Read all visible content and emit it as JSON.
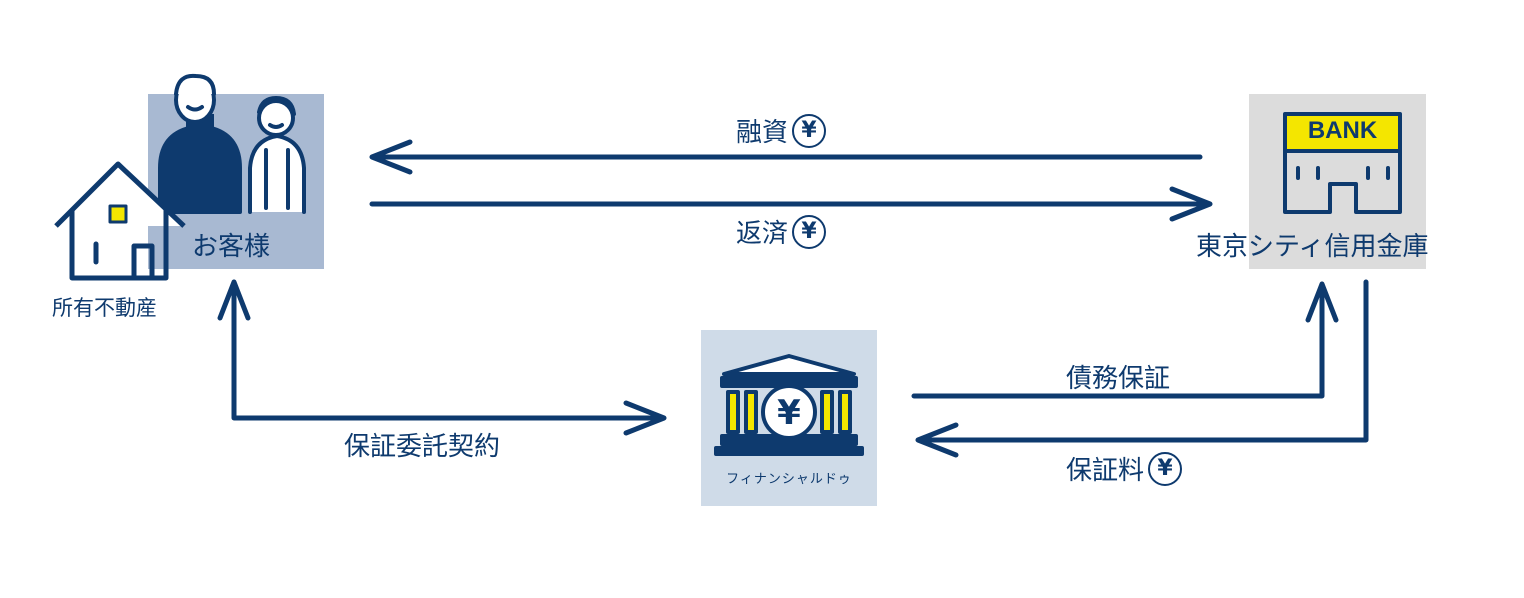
{
  "customer": {
    "label": "お客様"
  },
  "property": {
    "label": "所有不動産"
  },
  "bank": {
    "label": "東京シティ信用金庫",
    "sign": "BANK"
  },
  "guarantor": {
    "label": "フィナンシャルドゥ",
    "symbol": "¥"
  },
  "flows": {
    "loan": "融資",
    "repayment": "返済",
    "guarantee_contract": "保証委託契約",
    "debt_guarantee": "債務保証",
    "guarantee_fee": "保証料"
  },
  "yen_symbol": "¥",
  "colors": {
    "navy": "#0e3a6e",
    "yellow": "#f4e600",
    "customer_bg": "#a8b9d2",
    "bank_bg": "#dcdcdc",
    "guarantor_bg": "#cfdbe8"
  }
}
